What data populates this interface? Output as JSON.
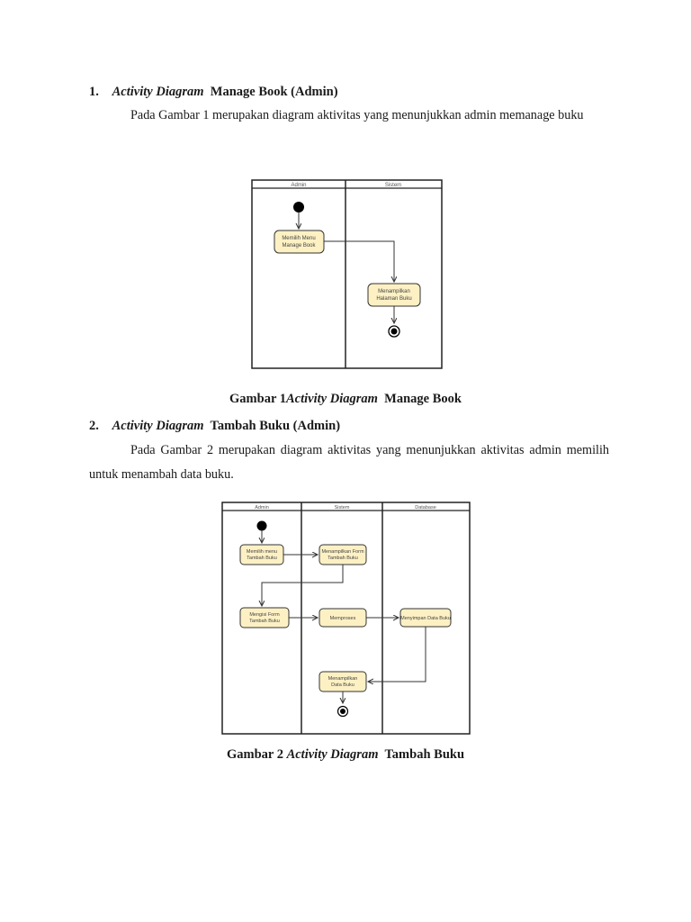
{
  "section1": {
    "number": "1.",
    "title_italic": "Activity Diagram",
    "title_rest": "Manage Book (Admin)",
    "paragraph": "Pada Gambar 1 merupakan diagram aktivitas yang menunjukkan admin memanage buku"
  },
  "figure1": {
    "lanes": [
      "Admin",
      "Sistem"
    ],
    "nodes": {
      "a1_line1": "Memilih Menu",
      "a1_line2": "Manage Book",
      "s1_line1": "Menampilkan",
      "s1_line2": "Halaman Buku"
    },
    "caption_prefix": "Gambar  1",
    "caption_italic": "Activity Diagram",
    "caption_rest": "Manage Book"
  },
  "section2": {
    "number": "2.",
    "title_italic": "Activity Diagram",
    "title_rest": "Tambah Buku (Admin)",
    "paragraph": "Pada Gambar 2 merupakan diagram aktivitas yang menunjukkan aktivitas admin memilih untuk menambah data buku."
  },
  "figure2": {
    "lanes": [
      "Admin",
      "Sistem",
      "Database"
    ],
    "nodes": {
      "a1_line1": "Memilih menu",
      "a1_line2": "Tambah Buku",
      "s1_line1": "Menampilkan Form",
      "s1_line2": "Tambah Buku",
      "a2_line1": "Mengisi Form",
      "a2_line2": "Tambah Buku",
      "s2": "Memproses",
      "d1": "Menyimpan Data Buku",
      "s3_line1": "Menampilkan",
      "s3_line2": "Data Buku"
    },
    "caption_prefix": "Gambar 2",
    "caption_italic": "Activity Diagram",
    "caption_rest": "Tambah Buku"
  }
}
